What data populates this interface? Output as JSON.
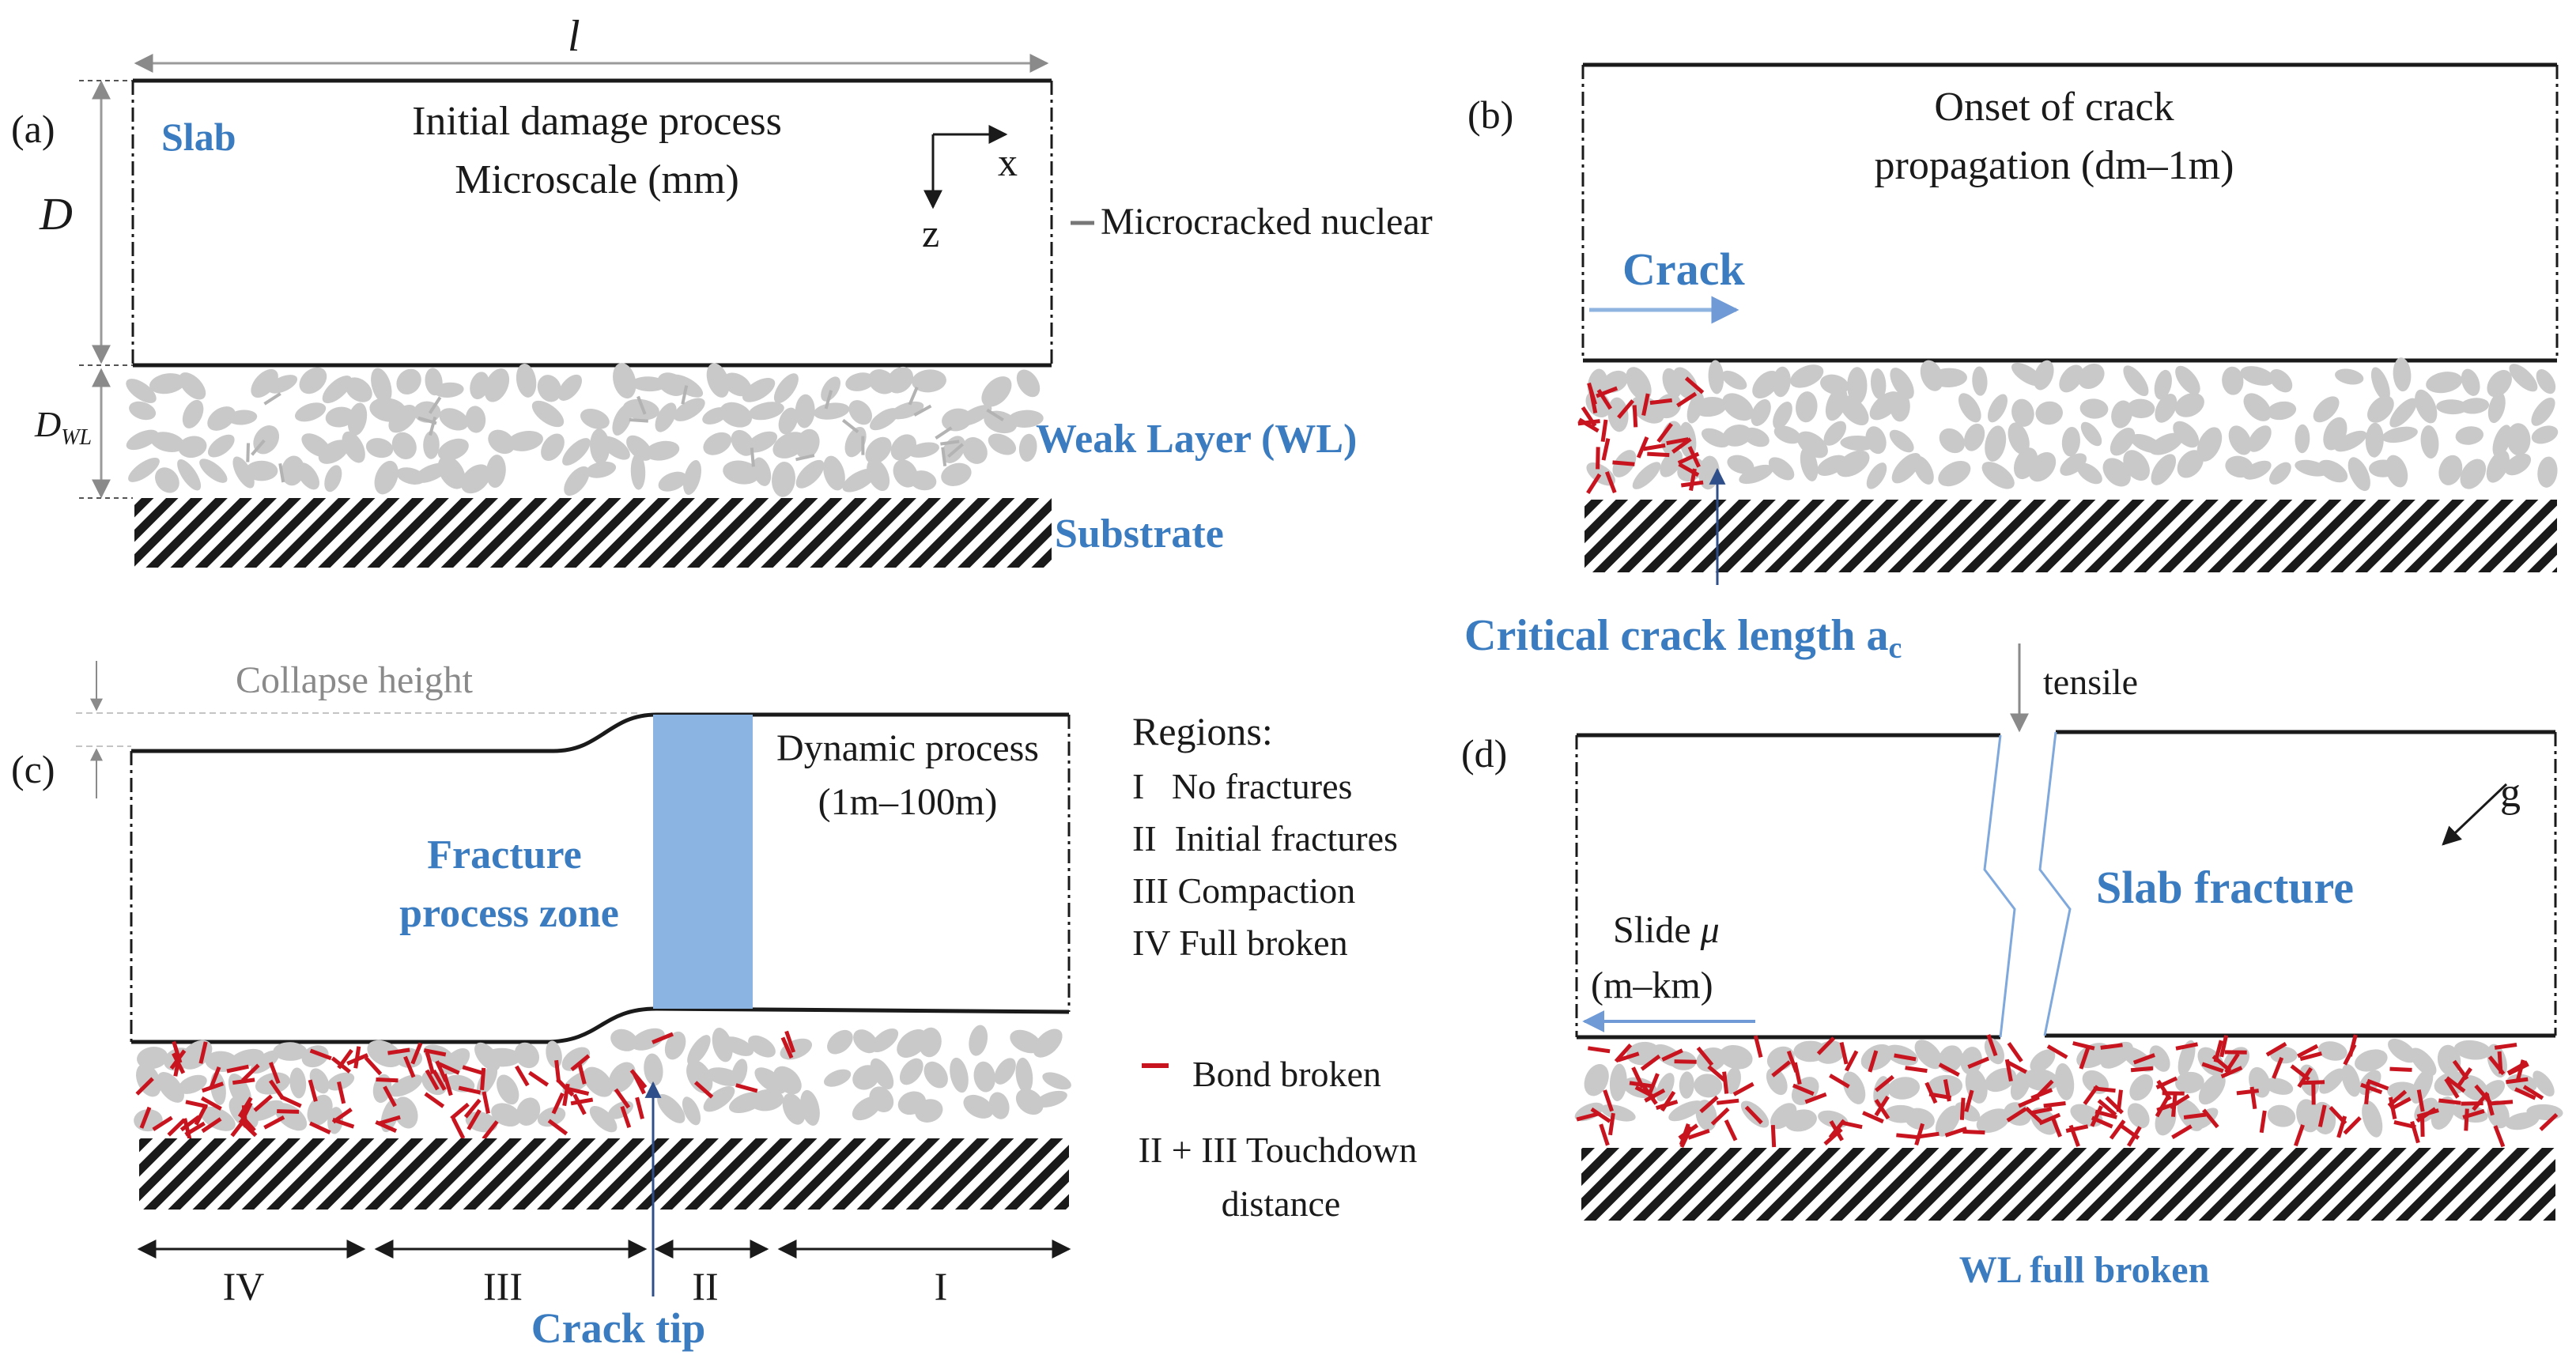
{
  "colors": {
    "blue_label": "#3b7cc0",
    "light_blue_arrow": "#8fb4e0",
    "zone_fill": "#8cb4e2",
    "grain": "#c9c9c9",
    "bond": "#c8141e",
    "collapse_text": "#8a8a8a",
    "dim_line": "#9a9a9a",
    "ink": "#1a1a1a"
  },
  "panel_a": {
    "label": "(a)",
    "length_symbol": "l",
    "thickness_symbol": "D",
    "wl_thickness_symbol": "D",
    "wl_thickness_subscript": "WL",
    "slab_label": "Slab",
    "title_line1": "Initial damage process",
    "title_line2": "Microscale (mm)",
    "axis_x": "x",
    "axis_z": "z",
    "nucleus_label": "Microcracked nuclear",
    "weak_layer_label": "Weak Layer (WL)",
    "substrate_label": "Substrate"
  },
  "panel_b": {
    "label": "(b)",
    "title_line1": "Onset of crack",
    "title_line2": "propagation (dm–1m)",
    "crack_label": "Crack",
    "critical_label": "Critical crack length a",
    "critical_sub": "c"
  },
  "panel_c": {
    "label": "(c)",
    "collapse_label": "Collapse height",
    "dynamic_line1": "Dynamic process",
    "dynamic_line2": "(1m–100m)",
    "fpz_line1": "Fracture",
    "fpz_line2": "process zone",
    "crack_tip_label": "Crack tip",
    "regions_title": "Regions:",
    "regions": [
      "I   No fractures",
      "II  Initial fractures",
      "III Compaction",
      "IV Full broken"
    ],
    "bond_label": "Bond broken",
    "touchdown_line1": "II + III Touchdown",
    "touchdown_line2": "distance",
    "span_labels": [
      "IV",
      "III",
      "II",
      "I"
    ]
  },
  "panel_d": {
    "label": "(d)",
    "tensile_label": "tensile",
    "gravity_label": "g",
    "slab_fracture_label": "Slab fracture",
    "slide_label": "Slide",
    "slide_symbol": "μ",
    "slide_range": "(m–km)",
    "wl_broken_label": "WL full broken"
  }
}
